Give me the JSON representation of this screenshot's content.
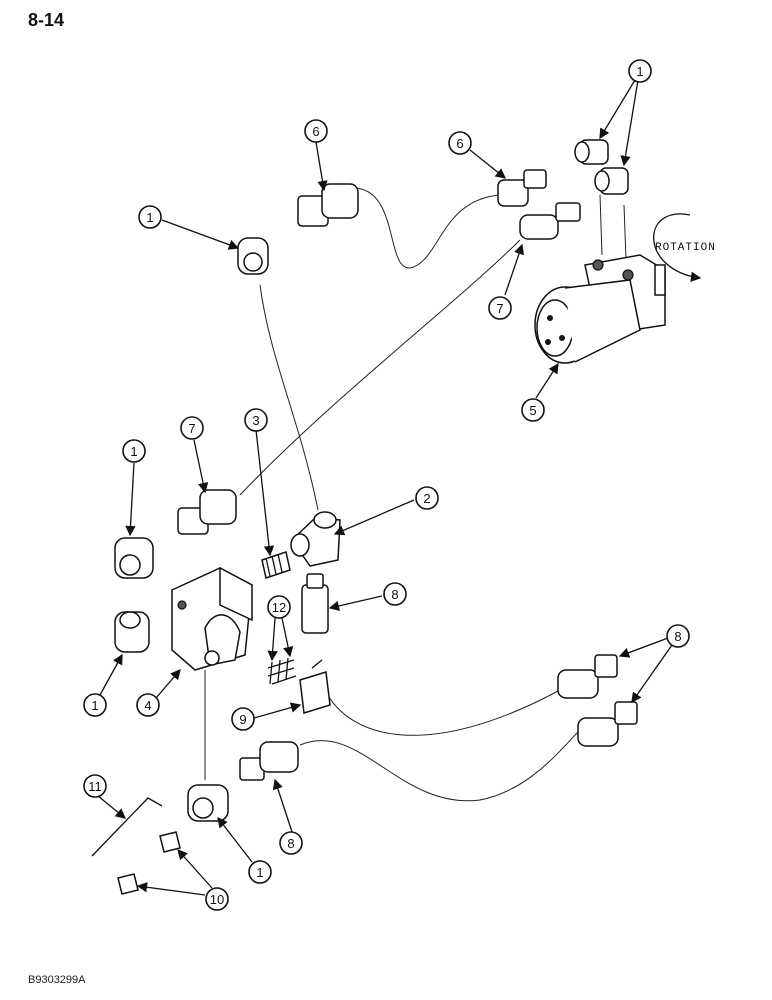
{
  "page": {
    "number": "8-14",
    "figure_code": "B9303299A"
  },
  "motor": {
    "rotation_label": "ROTATION"
  },
  "callouts": [
    "1",
    "1",
    "1",
    "1",
    "1",
    "2",
    "3",
    "4",
    "5",
    "6",
    "6",
    "7",
    "7",
    "8",
    "8",
    "8",
    "9",
    "10",
    "11",
    "12"
  ]
}
